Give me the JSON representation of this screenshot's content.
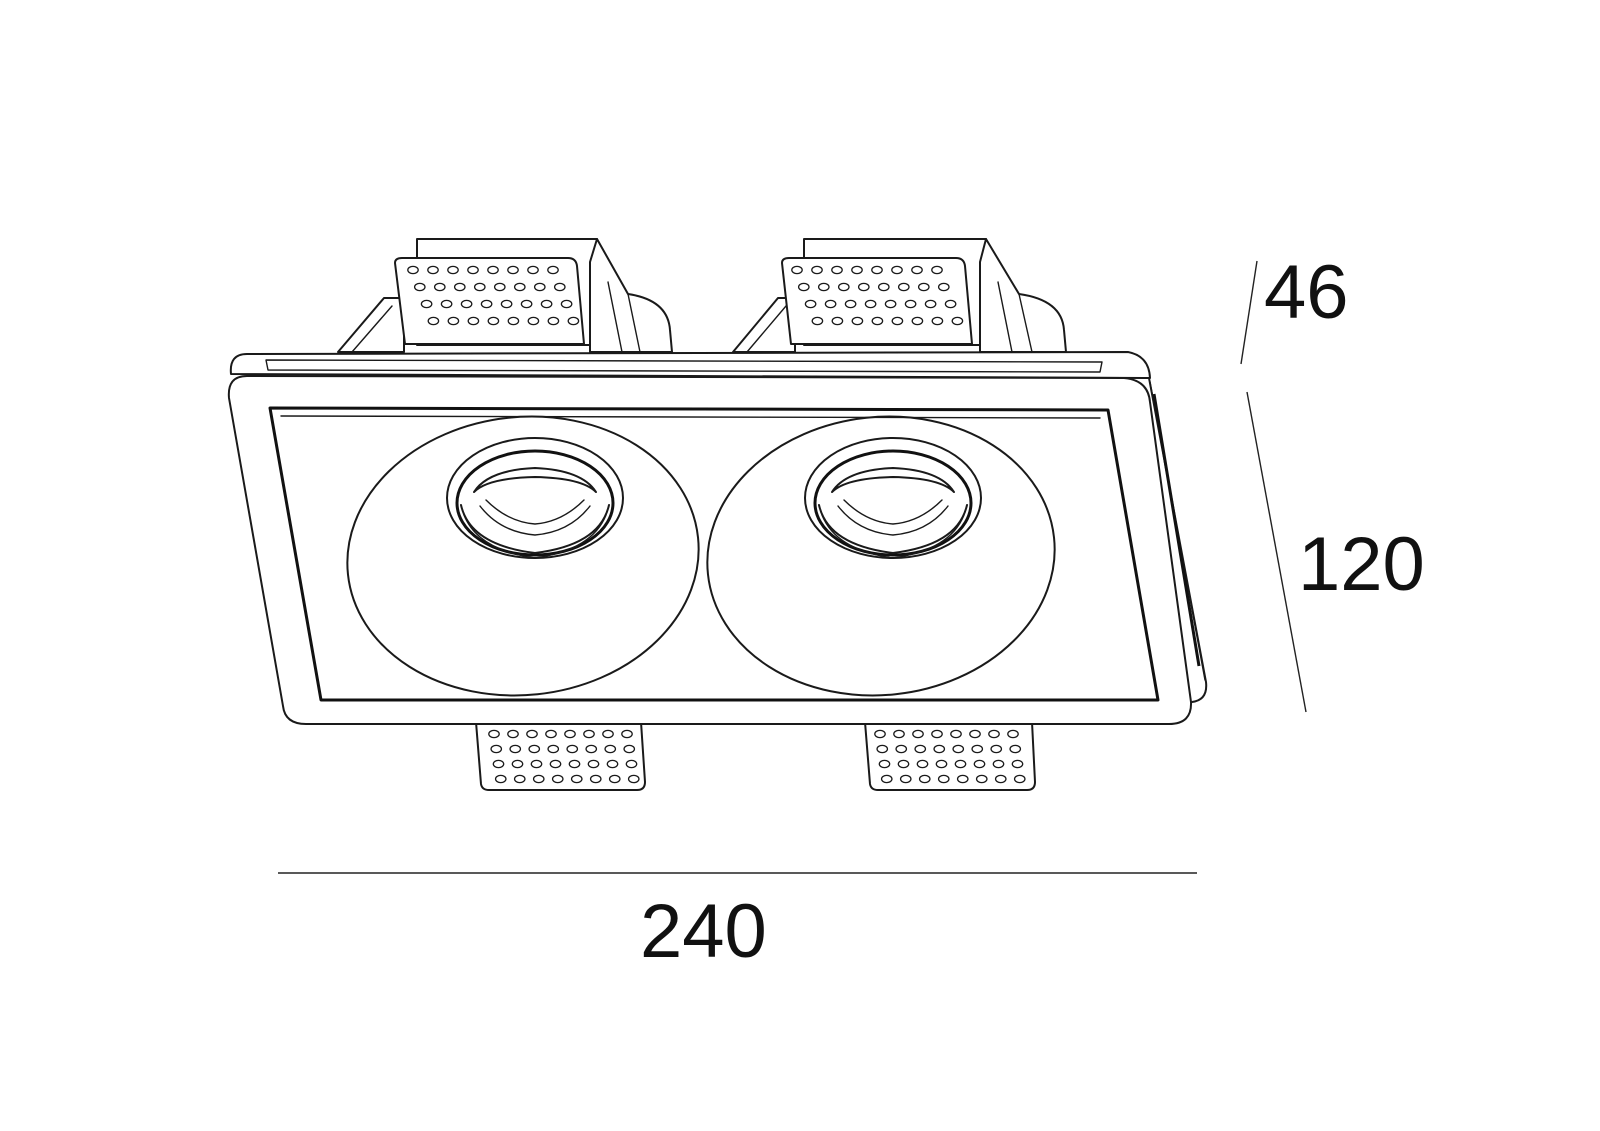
{
  "dimensions": {
    "depth": "46",
    "height": "120",
    "width": "240"
  },
  "colors": {
    "line": "#1a1a1a",
    "background": "#ffffff"
  }
}
